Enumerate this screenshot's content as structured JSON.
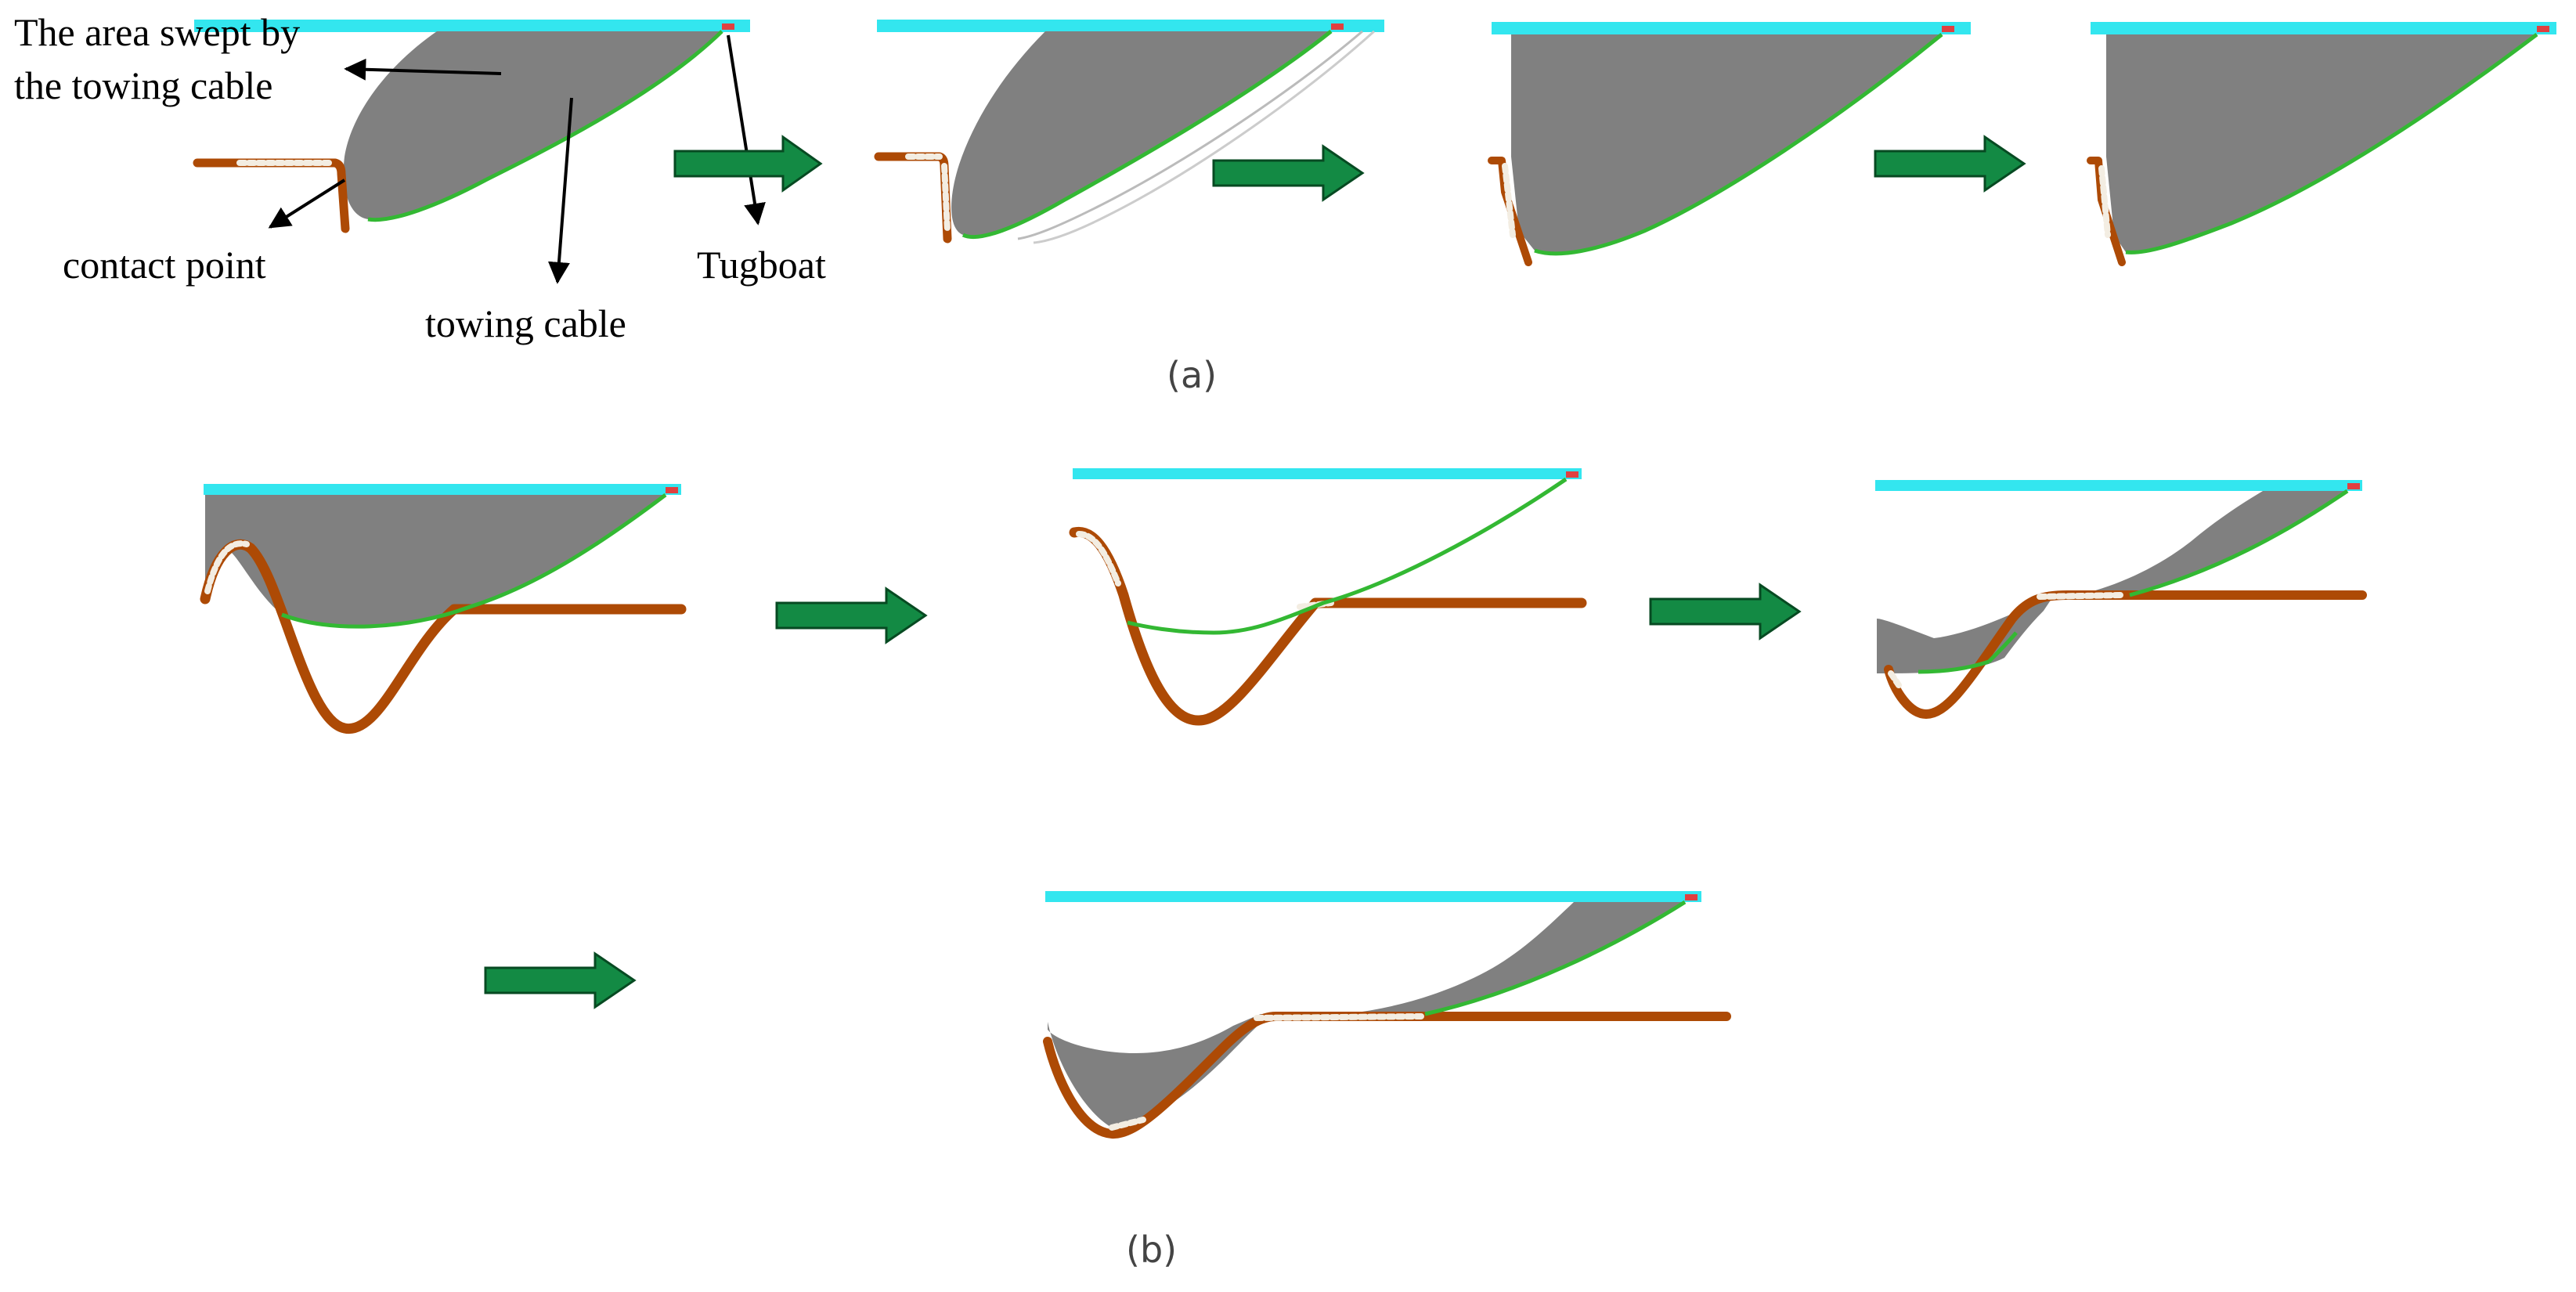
{
  "figure": {
    "labels": {
      "swept_area_line1": "The area swept by",
      "swept_area_line2": "the towing cable",
      "contact_point": "contact point",
      "towing_cable": "towing cable",
      "tugboat": "Tugboat"
    },
    "captions": {
      "a": "(a)",
      "b": "(b)"
    },
    "colors": {
      "sea_surface": "#33e6ef",
      "swept_area": "#808080",
      "seabed": "#ad4a05",
      "towing_cable": "#33b833",
      "contact_points": "#f3ede2",
      "tugboat": "#e04040",
      "progress_arrow": "#138a44"
    },
    "icons": {
      "progress_arrow": "right-arrow-icon"
    }
  }
}
